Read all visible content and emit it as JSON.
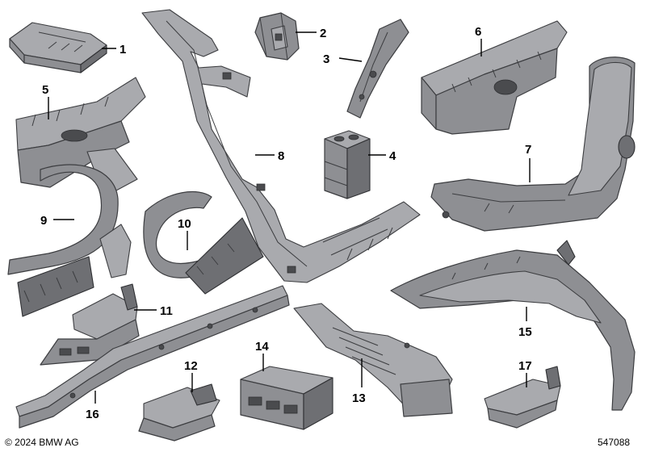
{
  "diagram": {
    "callouts": [
      {
        "id": "1",
        "label": "1"
      },
      {
        "id": "2",
        "label": "2"
      },
      {
        "id": "3",
        "label": "3"
      },
      {
        "id": "4",
        "label": "4"
      },
      {
        "id": "5",
        "label": "5"
      },
      {
        "id": "6",
        "label": "6"
      },
      {
        "id": "7",
        "label": "7"
      },
      {
        "id": "8",
        "label": "8"
      },
      {
        "id": "9",
        "label": "9"
      },
      {
        "id": "10",
        "label": "10"
      },
      {
        "id": "11",
        "label": "11"
      },
      {
        "id": "12",
        "label": "12"
      },
      {
        "id": "13",
        "label": "13"
      },
      {
        "id": "14",
        "label": "14"
      },
      {
        "id": "15",
        "label": "15"
      },
      {
        "id": "16",
        "label": "16"
      },
      {
        "id": "17",
        "label": "17"
      }
    ],
    "copyright": "© 2024 BMW AG",
    "document_id": "547088"
  }
}
